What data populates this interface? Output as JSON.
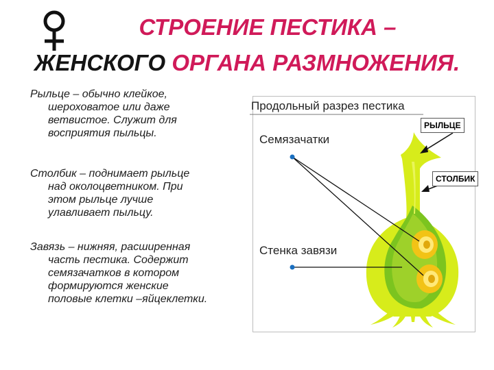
{
  "title": {
    "line1": "СТРОЕНИЕ  ПЕСТИКА –",
    "line2_part1": "ЖЕНСКОГО",
    "line2_part2": " ОРГАНА РАЗМНОЖЕНИЯ."
  },
  "paragraphs": {
    "stigma": [
      "Рыльце – обычно клейкое,",
      "шероховатое или даже",
      "ветвистое. Служит для",
      "восприятия пыльцы."
    ],
    "style": [
      "Столбик – поднимает рыльце",
      "над околоцветником. При",
      "этом рыльце лучше",
      "улавливает пыльцу."
    ],
    "ovary": [
      "Завязь – нижняя, расширенная",
      "часть пестика. Содержит",
      "семязачатков в котором",
      "формируются женские",
      "половые клетки –яйцеклетки."
    ]
  },
  "diagram": {
    "header": "Продольный разрез пестика",
    "ovules_label": "Семязачатки",
    "ovary_wall_label": "Стенка завязи",
    "stigma_callout": "РЫЛЬЦЕ",
    "style_callout": "СТОЛБИК"
  },
  "colors": {
    "title_accent": "#d01a59",
    "pistil_yellow_green": "#d7ec1b",
    "pistil_green": "#7cc41f",
    "ovary_cavity": "#9ed12a",
    "ovule": "#f2c316"
  },
  "icons": [
    "female-symbol-icon"
  ]
}
